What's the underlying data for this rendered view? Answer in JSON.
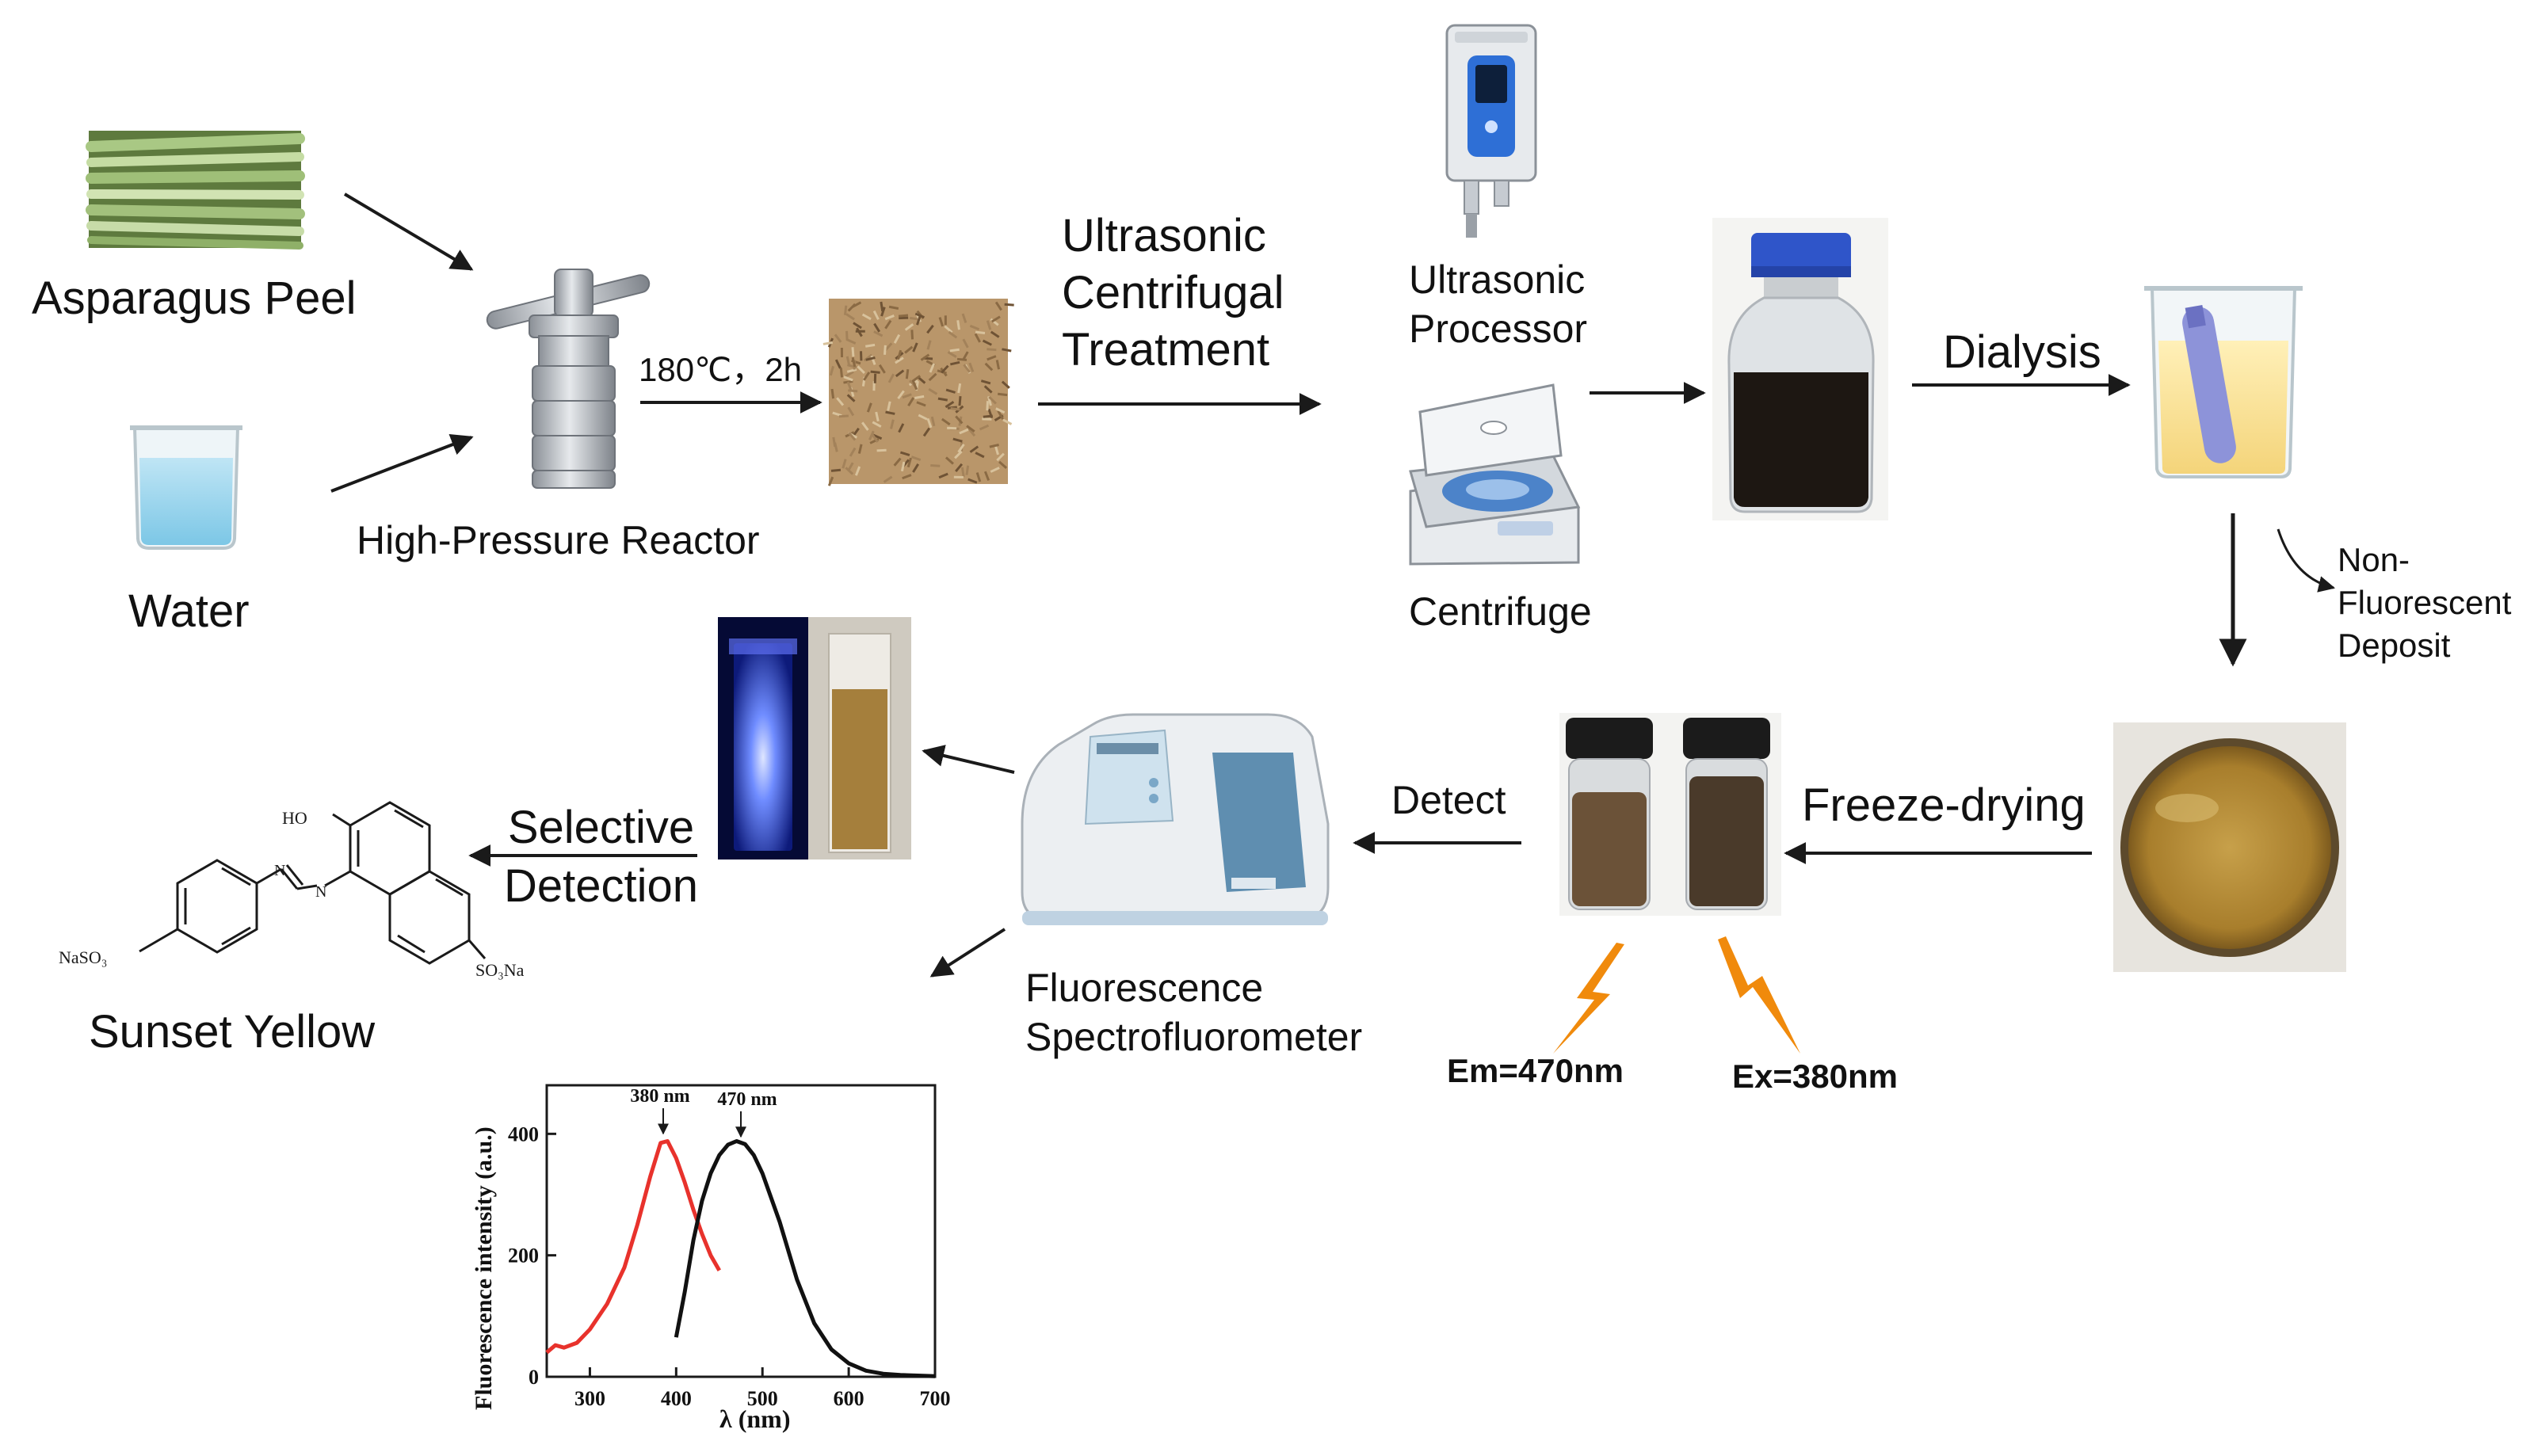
{
  "inputs": {
    "peel_label": "Asparagus Peel",
    "water_label": "Water"
  },
  "reactor": {
    "label": "High-Pressure Reactor",
    "condition": "180℃，2h"
  },
  "steps": {
    "ultrasonic_centrifugal": [
      "Ultrasonic",
      "Centrifugal",
      "Treatment"
    ],
    "dialysis": "Dialysis",
    "freeze_drying": "Freeze-drying",
    "detect": "Detect",
    "selective_detection": [
      "Selective",
      "Detection"
    ]
  },
  "equipment": {
    "ultrasonic_processor": [
      "Ultrasonic",
      "Processor"
    ],
    "centrifuge": "Centrifuge",
    "spectrofluorometer": [
      "Fluorescence",
      "Spectrofluorometer"
    ]
  },
  "byproduct": [
    "Non-",
    "Fluorescent",
    "Deposit"
  ],
  "wavelengths": {
    "emission": "Em=470nm",
    "excitation": "Ex=380nm"
  },
  "analyte": {
    "name": "Sunset Yellow",
    "group_ho": "HO",
    "group_naso3": "NaSO₃",
    "group_so3na": "SO₃Na"
  },
  "colors": {
    "excitation_curve": "#e8322c",
    "emission_curve": "#111111",
    "lightning": "#f08a0c",
    "bottle_cap": "#2f55c9",
    "uv_glow": "#3f63ff"
  },
  "chart_data": {
    "type": "line",
    "xlabel": "λ (nm)",
    "ylabel": "Fluorescence intensity (a.u.)",
    "xlim": [
      250,
      700
    ],
    "ylim": [
      0,
      480
    ],
    "x_ticks": [
      300,
      400,
      500,
      600,
      700
    ],
    "y_ticks": [
      0,
      200,
      400
    ],
    "grid": false,
    "annotations": [
      {
        "text": "380 nm",
        "x": 385,
        "y": 390
      },
      {
        "text": "470 nm",
        "x": 475,
        "y": 385
      }
    ],
    "series": [
      {
        "color": "#e8322c",
        "x": [
          250,
          260,
          270,
          285,
          300,
          320,
          340,
          355,
          370,
          382,
          390,
          400,
          410,
          420,
          430,
          440,
          450
        ],
        "y": [
          40,
          52,
          48,
          56,
          78,
          120,
          180,
          250,
          330,
          385,
          388,
          360,
          320,
          275,
          235,
          200,
          175
        ]
      },
      {
        "color": "#111111",
        "x": [
          400,
          410,
          420,
          430,
          440,
          450,
          460,
          470,
          480,
          490,
          500,
          520,
          540,
          560,
          580,
          600,
          620,
          640,
          660,
          680,
          700
        ],
        "y": [
          65,
          140,
          225,
          290,
          335,
          365,
          382,
          388,
          383,
          365,
          335,
          255,
          160,
          88,
          45,
          22,
          10,
          5,
          3,
          2,
          1
        ]
      }
    ]
  }
}
